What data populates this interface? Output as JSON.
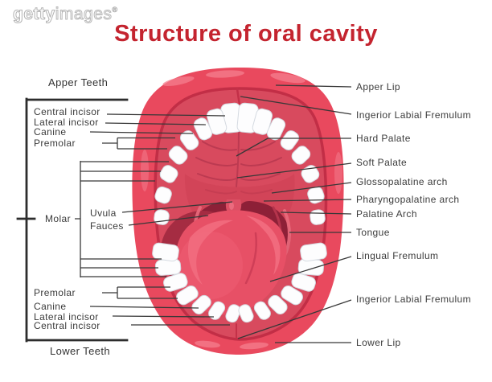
{
  "watermark": {
    "brand_bold": "getty",
    "brand_light": "images",
    "registered": "®"
  },
  "title": "Structure of oral cavity",
  "left_panel": {
    "group_top": "Apper Teeth",
    "central_incisor_top": "Central incisor",
    "lateral_incisor_top": "Lateral incisor",
    "canine_top": "Canine",
    "premolar_top": "Premolar",
    "molar": "Molar",
    "uvula": "Uvula",
    "fauces": "Fauces",
    "premolar_bottom": "Premolar",
    "canine_bottom": "Canine",
    "lateral_incisor_bottom": "Lateral incisor",
    "central_incisor_bottom": "Central incisor",
    "group_bottom": "Lower Teeth"
  },
  "right_panel": {
    "apper_lip": "Apper Lip",
    "ingerior_labial_fremulum_top": "Ingerior Labial Fremulum",
    "hard_palate": "Hard Palate",
    "soft_palate": "Soft Palate",
    "glossopalatine_arch": "Glossopalatine arch",
    "pharyngopalatine_arch": "Pharyngopalatine arch",
    "palatine_arch": "Palatine Arch",
    "tongue": "Tongue",
    "lingual_fremulum": "Lingual Fremulum",
    "ingerior_labial_fremulum_bottom": "Ingerior Labial Fremulum",
    "lower_lip": "Lower Lip"
  },
  "colors": {
    "title_red": "#c4242f",
    "lip_red": "#e9495e",
    "cavity_red": "#d84a5e",
    "throat_dark": "#8d2037",
    "tongue_pink": "#e75066",
    "teeth_white": "#fdfdfe",
    "label_text": "#3b3b3b",
    "leader_line": "#383838"
  }
}
